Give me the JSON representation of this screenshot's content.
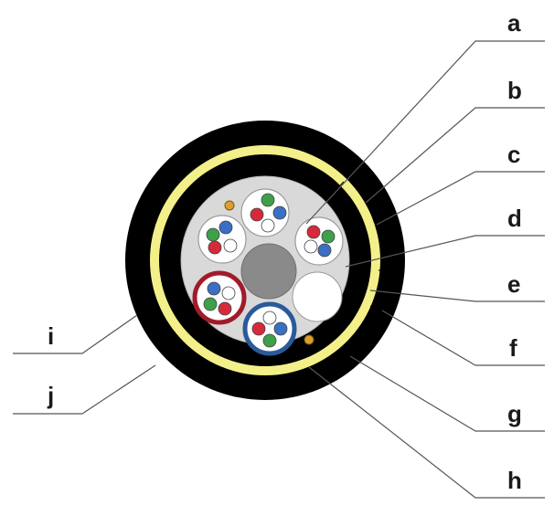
{
  "callouts": {
    "a": "a",
    "b": "b",
    "c": "c",
    "d": "d",
    "e": "e",
    "f": "f",
    "g": "g",
    "h": "h",
    "i": "i",
    "j": "j"
  },
  "colors": {
    "outer_sheath": "#000000",
    "armor_tape": "#f3f08a",
    "inner_sheath": "#000000",
    "core_fill": "#d9d9d9",
    "central_member": "#8a8a8a",
    "filler_rod": "#ffffff",
    "red_tube": "#a01c2a",
    "blue_tube": "#2b5a9a",
    "ripcord": "#d9a030",
    "fiber_green": "#3ea04a",
    "fiber_blue": "#3a6fc4",
    "fiber_red": "#d62a3a",
    "fiber_white": "#ffffff"
  }
}
